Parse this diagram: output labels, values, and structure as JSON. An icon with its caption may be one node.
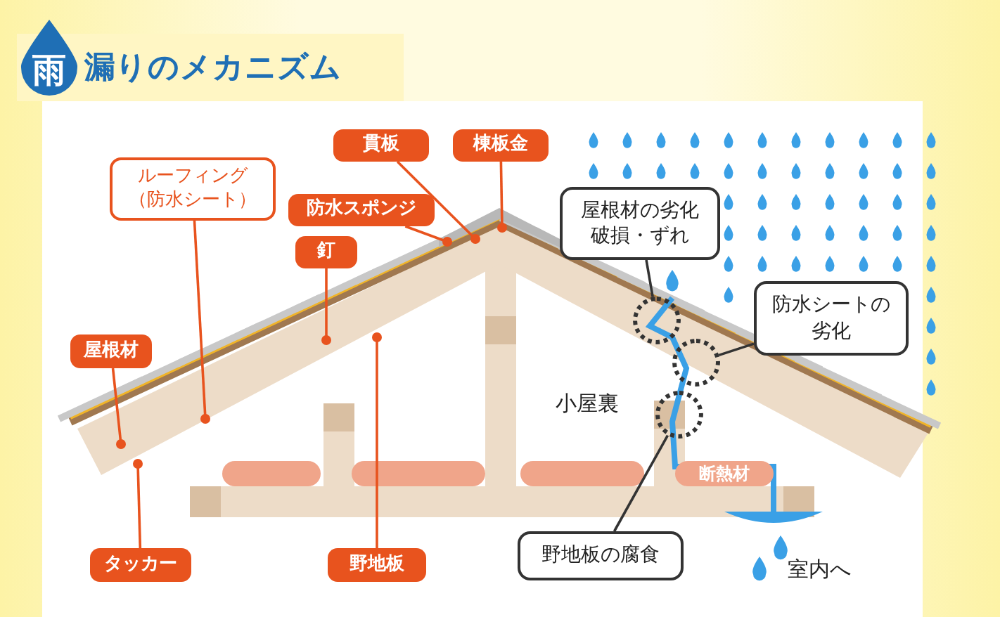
{
  "diagram": {
    "title": "漏りのメカニズム",
    "nodes": [
      {
        "text": [
          "雨"
        ]
      },
      {
        "text": [
          "貫板"
        ]
      },
      {
        "text": [
          "棟板金"
        ]
      },
      {
        "text": [
          "ルーフィング（防水シート）"
        ]
      },
      {
        "text": [
          "防水スポンジ"
        ]
      },
      {
        "text": [
          "釘"
        ]
      },
      {
        "text": [
          "屋根材"
        ]
      },
      {
        "text": [
          "タッカー"
        ]
      },
      {
        "text": [
          "野地板"
        ]
      },
      {
        "text": [
          "屋根材の劣化破損・ずれ"
        ]
      },
      {
        "text": [
          "防水シートの劣化"
        ]
      },
      {
        "text": [
          "野地板の腐食"
        ]
      },
      {
        "text": [
          "断熱材"
        ]
      },
      {
        "text": [],
        "shape": "circle"
      },
      {
        "text": [],
        "shape": "circle"
      },
      {
        "text": [],
        "shape": "circle"
      }
    ],
    "edges": [
      {
        "from": 1,
        "to": null,
        "arrow": "other"
      },
      {
        "from": 2,
        "to": null,
        "arrow": "other"
      },
      {
        "from": 3,
        "to": null,
        "arrow": "other"
      },
      {
        "from": 4,
        "to": null,
        "arrow": "other"
      },
      {
        "from": 5,
        "to": null,
        "arrow": "other"
      },
      {
        "from": 6,
        "to": null,
        "arrow": "other"
      },
      {
        "from": 7,
        "to": null,
        "arrow": "other"
      },
      {
        "from": 8,
        "to": null,
        "arrow": "other"
      },
      {
        "from": 9,
        "to": 13,
        "arrow": "none",
        "color": "#333333"
      },
      {
        "from": 10,
        "to": 14,
        "arrow": "none",
        "color": "#333333"
      },
      {
        "from": 11,
        "to": 15,
        "arrow": "none",
        "color": "#333333"
      }
    ],
    "labels": [
      "小屋裏",
      "室内へ"
    ]
  }
}
